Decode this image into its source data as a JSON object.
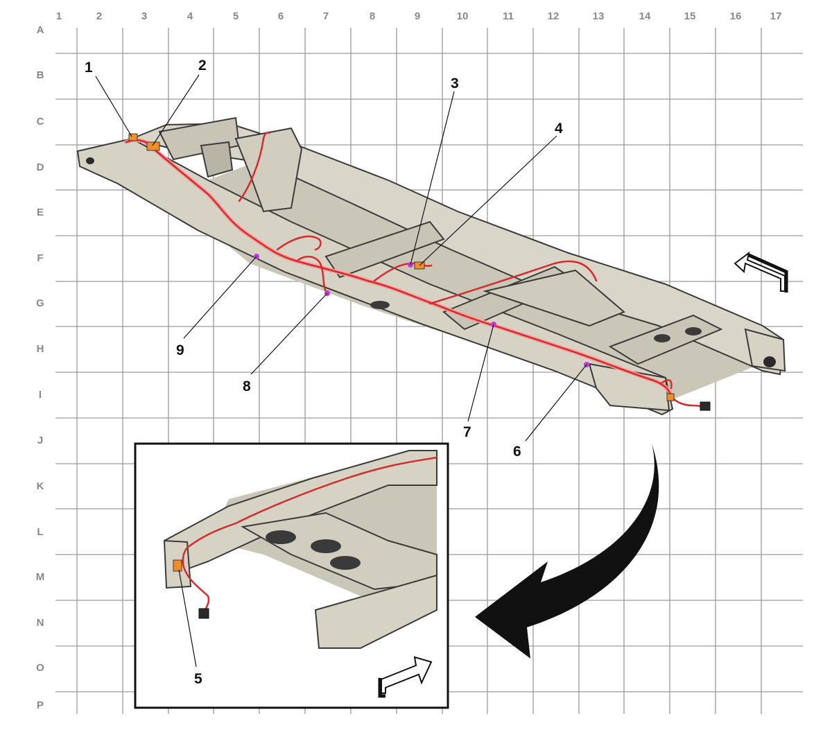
{
  "grid": {
    "columns": [
      "1",
      "2",
      "3",
      "4",
      "5",
      "6",
      "7",
      "8",
      "9",
      "10",
      "11",
      "12",
      "13",
      "14",
      "15",
      "16",
      "17"
    ],
    "rows": [
      "A",
      "B",
      "C",
      "D",
      "E",
      "F",
      "G",
      "H",
      "I",
      "J",
      "K",
      "L",
      "M",
      "N",
      "O",
      "P"
    ]
  },
  "callouts": [
    "1",
    "2",
    "3",
    "4",
    "5",
    "6",
    "7",
    "8",
    "9"
  ],
  "colors": {
    "frame_fill": "#d6d2c4",
    "frame_stroke": "#3a3a3a",
    "harness": "#d9292b",
    "harness_outline": "#f2a0a0",
    "connector_orange": "#f28c28",
    "connector_magenta": "#c23bd4",
    "grid_line": "#9a9a9a",
    "grid_label": "#888888"
  },
  "icons": [
    "front-direction-arrow-icon",
    "rear-direction-arrow-icon",
    "view-transition-arrow-icon"
  ]
}
